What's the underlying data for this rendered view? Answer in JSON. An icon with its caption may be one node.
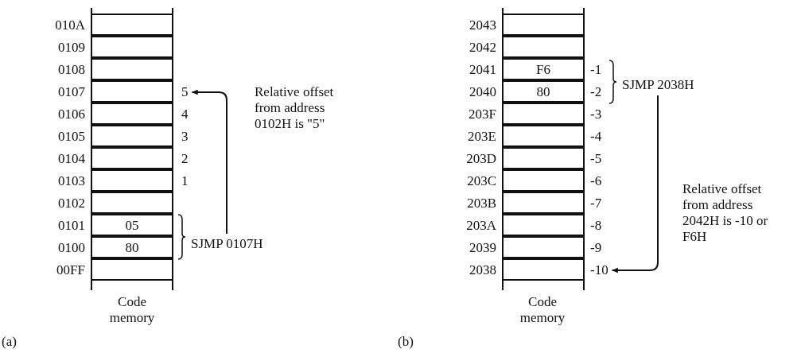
{
  "diagram": {
    "nodes": [
      {
        "text": [],
        "shape": "box",
        "beside": [
          "010A"
        ]
      },
      {
        "text": [],
        "shape": "box",
        "beside": [
          "0109"
        ]
      },
      {
        "text": [],
        "shape": "box",
        "beside": [
          "0108"
        ]
      },
      {
        "text": [],
        "shape": "box",
        "beside": [
          "0107"
        ]
      },
      {
        "text": [],
        "shape": "box",
        "beside": [
          "0106"
        ]
      },
      {
        "text": [],
        "shape": "box",
        "beside": [
          "0105"
        ]
      },
      {
        "text": [],
        "shape": "box",
        "beside": [
          "0104"
        ]
      },
      {
        "text": [],
        "shape": "box",
        "beside": [
          "0103"
        ]
      },
      {
        "text": [],
        "shape": "box",
        "beside": [
          "0102"
        ]
      },
      {
        "text": [
          "05"
        ],
        "beside": [
          "0101"
        ]
      },
      {
        "text": [
          "80"
        ],
        "beside": [
          "0100"
        ]
      },
      {
        "text": [],
        "shape": "box",
        "beside": [
          "00FF"
        ]
      },
      {
        "text": [
          "5"
        ]
      },
      {
        "text": [
          "SJMP 0107H"
        ]
      },
      {
        "text": [],
        "shape": "box",
        "beside": [
          "2043"
        ]
      },
      {
        "text": [],
        "shape": "box",
        "beside": [
          "2042"
        ]
      },
      {
        "text": [
          "F6"
        ],
        "beside": [
          "2041"
        ]
      },
      {
        "text": [
          "80"
        ],
        "beside": [
          "2040"
        ]
      },
      {
        "text": [],
        "shape": "box",
        "beside": [
          "203F"
        ]
      },
      {
        "text": [],
        "shape": "box",
        "beside": [
          "203E"
        ]
      },
      {
        "text": [],
        "shape": "box",
        "beside": [
          "203D"
        ]
      },
      {
        "text": [],
        "shape": "box",
        "beside": [
          "203C"
        ]
      },
      {
        "text": [],
        "shape": "box",
        "beside": [
          "203B"
        ]
      },
      {
        "text": [],
        "shape": "box",
        "beside": [
          "203A"
        ]
      },
      {
        "text": [],
        "shape": "box",
        "beside": [
          "2039"
        ]
      },
      {
        "text": [],
        "shape": "box",
        "beside": [
          "2038"
        ]
      },
      {
        "text": [
          "SJMP 2038H"
        ]
      },
      {
        "text": [
          "-10"
        ]
      }
    ],
    "edges": [
      {
        "from": 13,
        "to": 12,
        "arrow": "to"
      },
      {
        "from": 26,
        "to": 27,
        "arrow": "to"
      }
    ],
    "labels": [
      "4",
      "3",
      "2",
      "1",
      "Relative offset from address 0102H is \"5\"",
      "Code memory",
      "(a)",
      "-1",
      "-2",
      "-3",
      "-4",
      "-5",
      "-6",
      "-7",
      "-8",
      "-9",
      "Relative offset from address 2042H is -10 or F6H",
      "Code memory",
      "(b)"
    ]
  }
}
